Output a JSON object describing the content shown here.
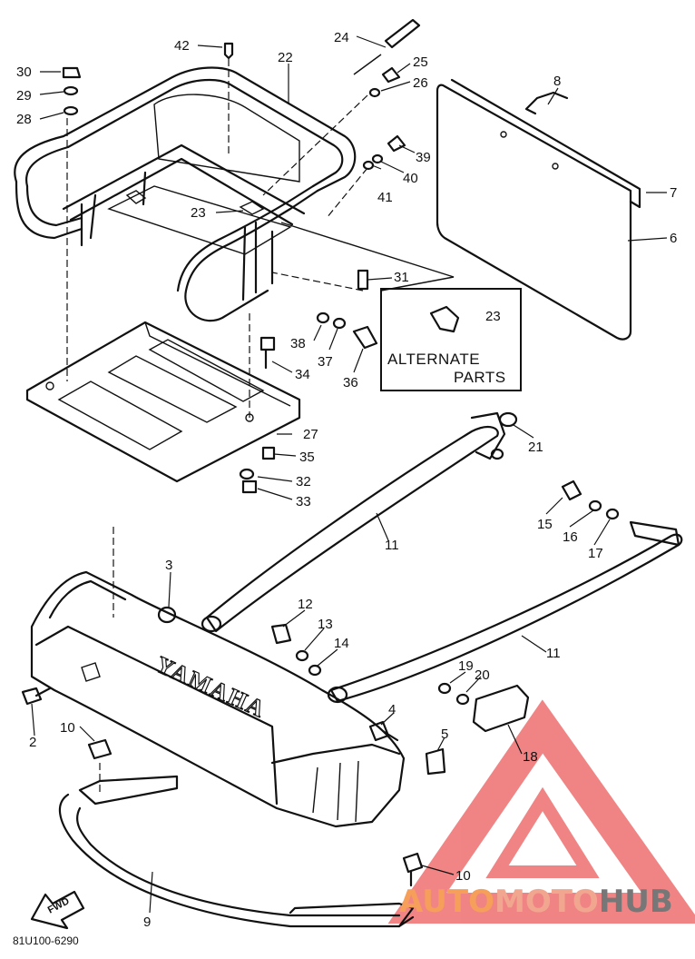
{
  "alternate_box": {
    "line1": "ALTERNATE",
    "line2": "PARTS",
    "part_number": "23"
  },
  "drawing_code": "81U100-6290",
  "brand_text": "YAMAHA",
  "fwd_text": "FWD",
  "watermark": {
    "word1": "AUTO",
    "word2": "MOTO",
    "word3": "HUB",
    "color1": "#f59f5a",
    "color2": "#f1a78f",
    "color3": "#777777",
    "logo_color": "#ee6f6f"
  },
  "callouts": [
    {
      "id": "c-42",
      "label": "42"
    },
    {
      "id": "c-24",
      "label": "24"
    },
    {
      "id": "c-22",
      "label": "22"
    },
    {
      "id": "c-30",
      "label": "30"
    },
    {
      "id": "c-29",
      "label": "29"
    },
    {
      "id": "c-28",
      "label": "28"
    },
    {
      "id": "c-25",
      "label": "25"
    },
    {
      "id": "c-26",
      "label": "26"
    },
    {
      "id": "c-8",
      "label": "8"
    },
    {
      "id": "c-39",
      "label": "39"
    },
    {
      "id": "c-40",
      "label": "40"
    },
    {
      "id": "c-41",
      "label": "41"
    },
    {
      "id": "c-7",
      "label": "7"
    },
    {
      "id": "c-23",
      "label": "23"
    },
    {
      "id": "c-6",
      "label": "6"
    },
    {
      "id": "c-31",
      "label": "31"
    },
    {
      "id": "c-38",
      "label": "38"
    },
    {
      "id": "c-37",
      "label": "37"
    },
    {
      "id": "c-36",
      "label": "36"
    },
    {
      "id": "c-34",
      "label": "34"
    },
    {
      "id": "c-27",
      "label": "27"
    },
    {
      "id": "c-35",
      "label": "35"
    },
    {
      "id": "c-32",
      "label": "32"
    },
    {
      "id": "c-33",
      "label": "33"
    },
    {
      "id": "c-21",
      "label": "21"
    },
    {
      "id": "c-15",
      "label": "15"
    },
    {
      "id": "c-16",
      "label": "16"
    },
    {
      "id": "c-17",
      "label": "17"
    },
    {
      "id": "c-11a",
      "label": "11"
    },
    {
      "id": "c-3",
      "label": "3"
    },
    {
      "id": "c-12",
      "label": "12"
    },
    {
      "id": "c-13",
      "label": "13"
    },
    {
      "id": "c-14",
      "label": "14"
    },
    {
      "id": "c-11b",
      "label": "11"
    },
    {
      "id": "c-19",
      "label": "19"
    },
    {
      "id": "c-20",
      "label": "20"
    },
    {
      "id": "c-2",
      "label": "2"
    },
    {
      "id": "c-10a",
      "label": "10"
    },
    {
      "id": "c-4",
      "label": "4"
    },
    {
      "id": "c-5",
      "label": "5"
    },
    {
      "id": "c-18",
      "label": "18"
    },
    {
      "id": "c-10b",
      "label": "10"
    },
    {
      "id": "c-9",
      "label": "9"
    }
  ]
}
